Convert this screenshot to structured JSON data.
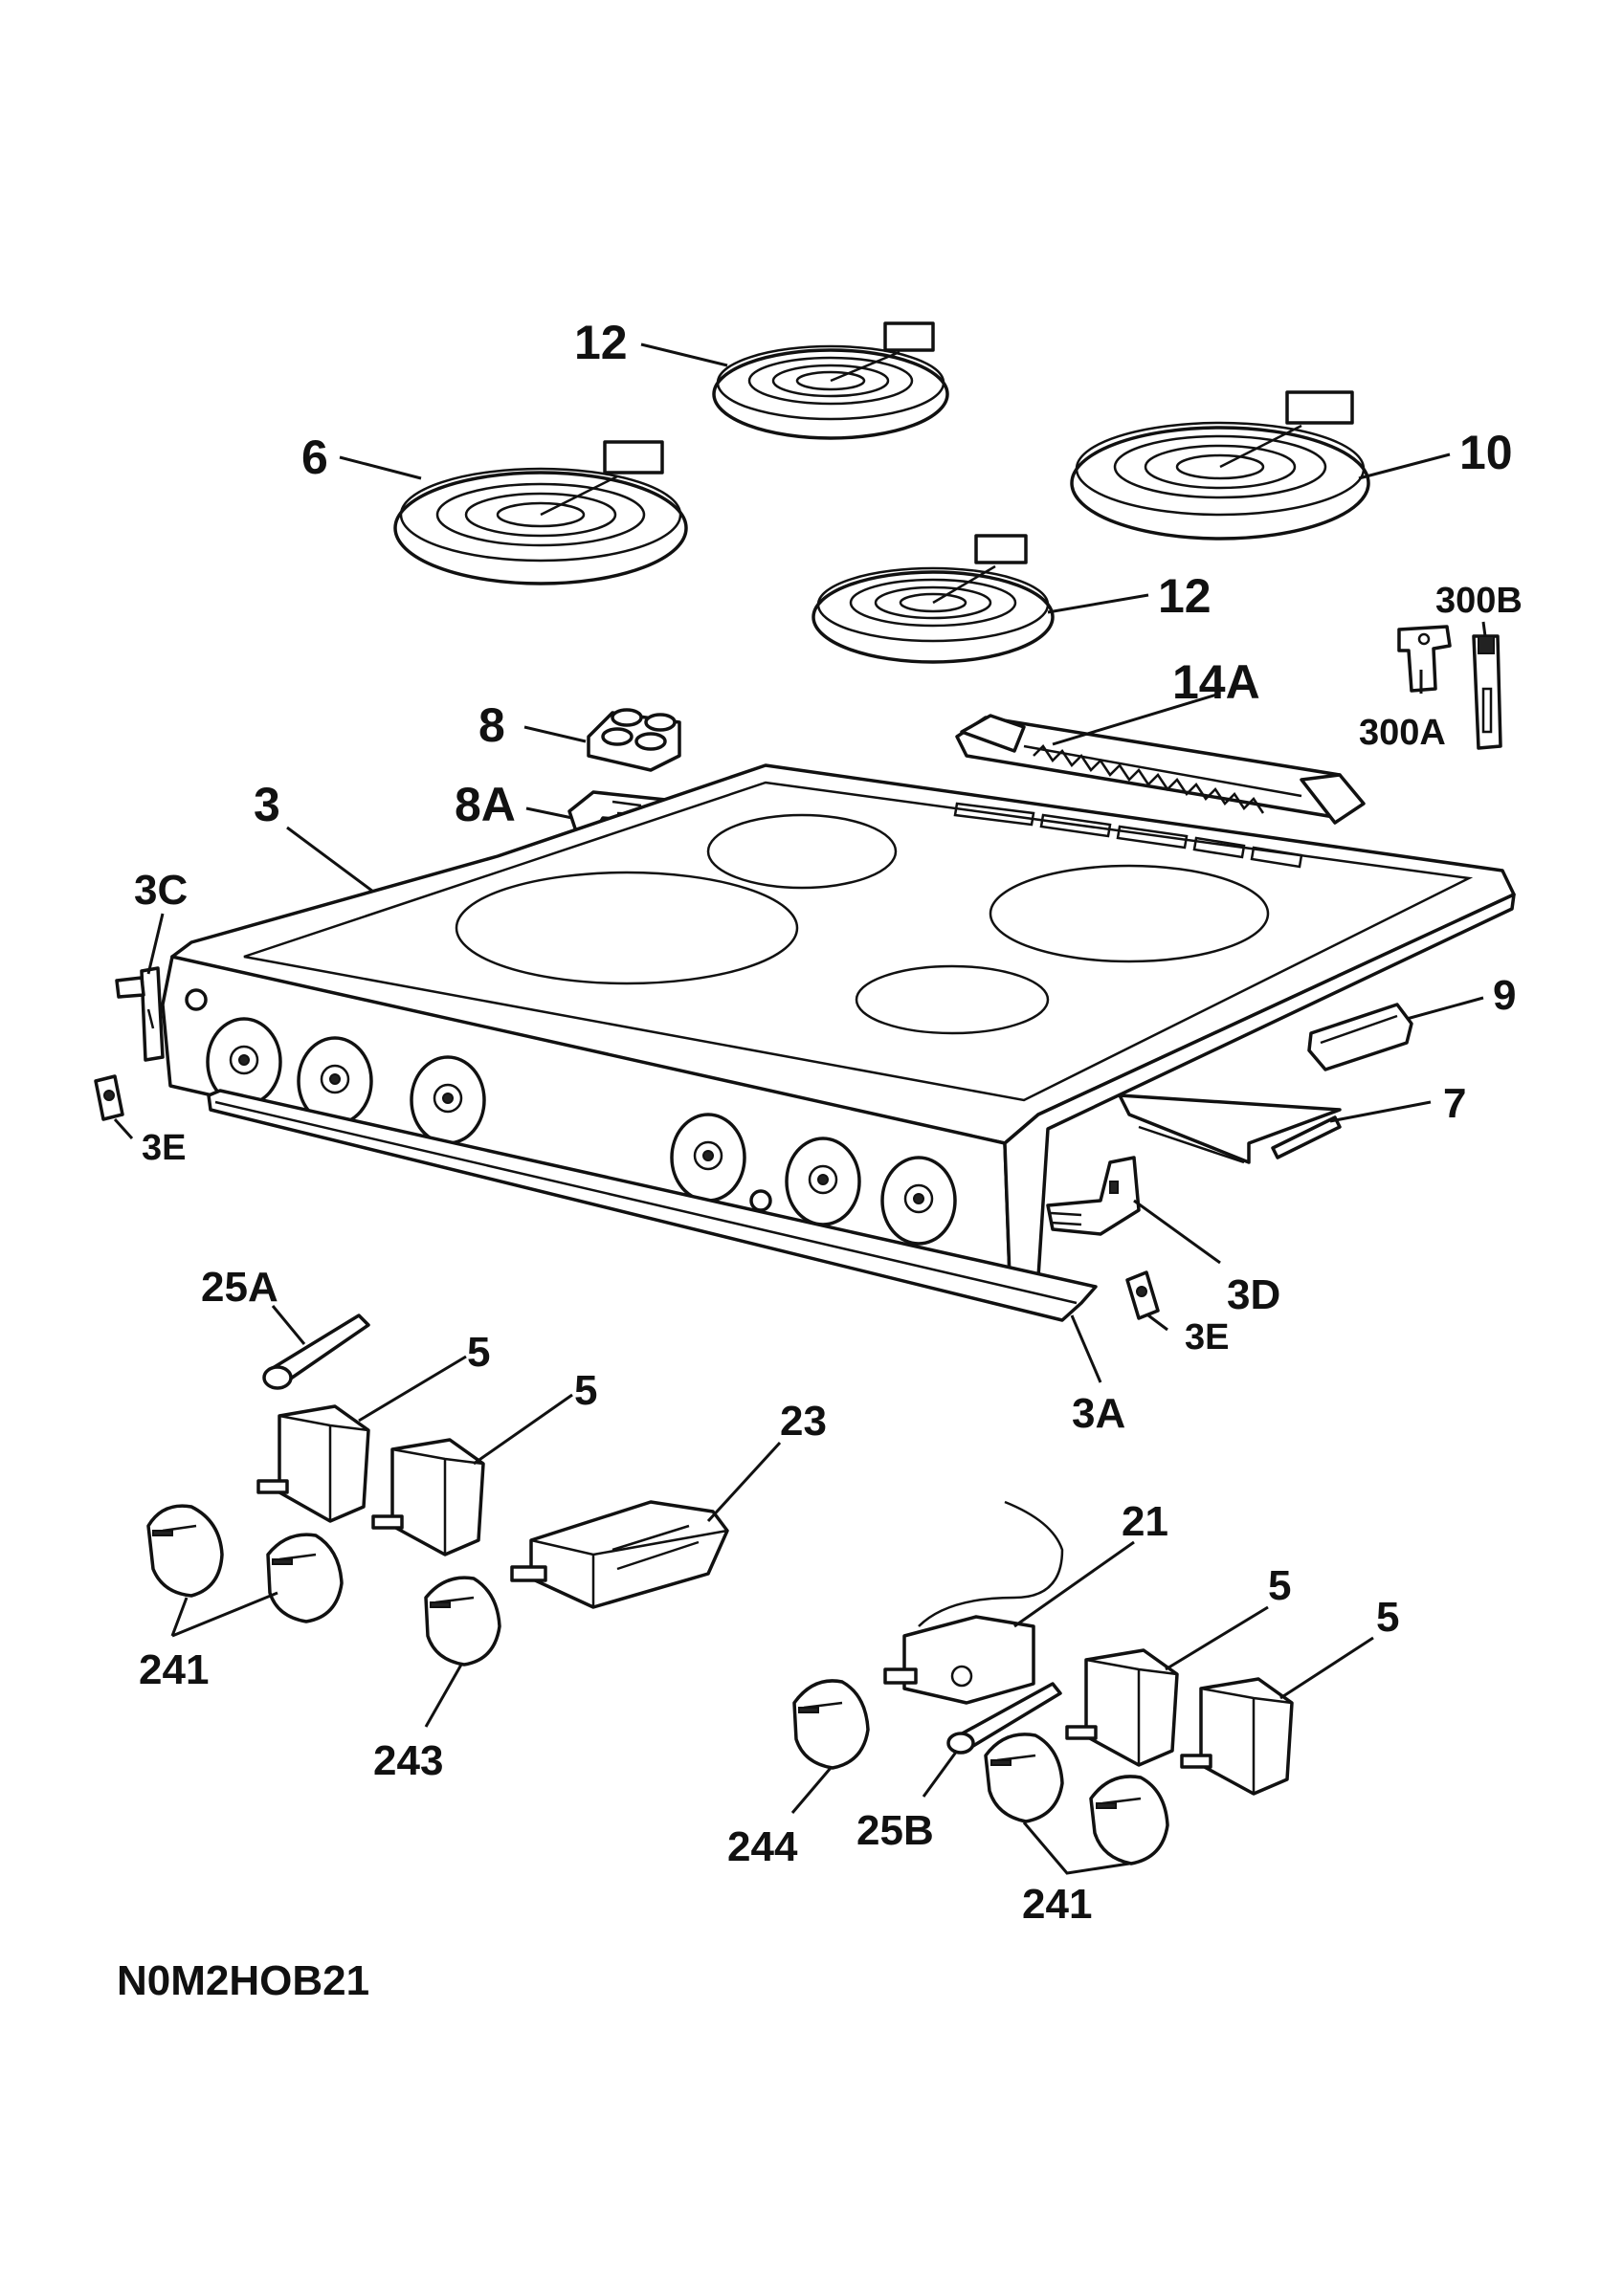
{
  "labels": {
    "l12a": "12",
    "l6": "6",
    "l10": "10",
    "l12b": "12",
    "l300b": "300B",
    "l14a": "14A",
    "l300a": "300A",
    "l8": "8",
    "l3": "3",
    "l8a": "8A",
    "l3c": "3C",
    "l9": "9",
    "l3e_left": "3E",
    "l7": "7",
    "l3d": "3D",
    "l25a": "25A",
    "l3e_right": "3E",
    "l5a": "5",
    "l5b": "5",
    "l3a": "3A",
    "l23": "23",
    "l21": "21",
    "l5c": "5",
    "l5d": "5",
    "l241a": "241",
    "l243": "243",
    "l244": "244",
    "l25b": "25B",
    "l241b": "241"
  },
  "drawing_code": "N0M2HOB21"
}
